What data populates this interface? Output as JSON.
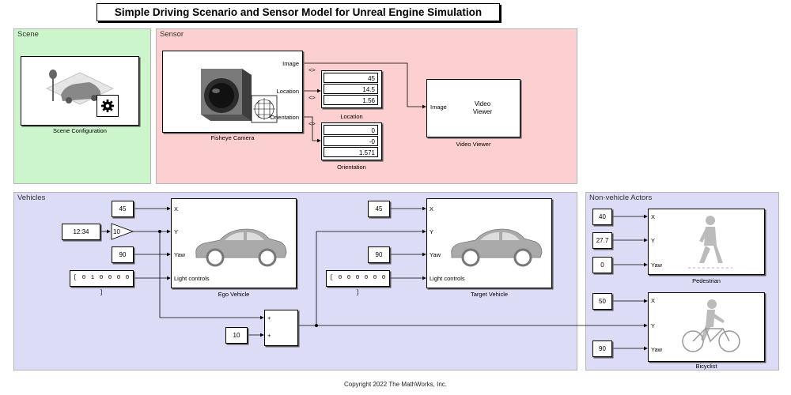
{
  "title": "Simple Driving Scenario and Sensor Model for Unreal Engine Simulation",
  "areas": {
    "scene": "Scene",
    "sensor": "Sensor",
    "vehicles": "Vehicles",
    "nonvehicle": "Non-vehicle Actors"
  },
  "scene": {
    "block_caption": "Scene Configuration"
  },
  "sensor": {
    "camera_caption": "Fisheye Camera",
    "ports": {
      "image": "Image",
      "location": "Location",
      "orientation": "Orientation"
    },
    "location_values": [
      "45",
      "14.5",
      "1.56"
    ],
    "location_caption": "Location",
    "orientation_values": [
      "0",
      "-0",
      "1.571"
    ],
    "orientation_caption": "Orientation",
    "bus_marker": "<>",
    "viewer": {
      "input_port": "Image",
      "label": "Video\nViewer",
      "caption": "Video Viewer"
    }
  },
  "vehicles": {
    "ego": {
      "x_const": "45",
      "clock": "12:34",
      "gain": "10",
      "yaw_const": "90",
      "lights": "[ 0 1 0 0 0 0 ]",
      "ports": [
        "X",
        "Y",
        "Yaw",
        "Light controls"
      ],
      "caption": "Ego Vehicle"
    },
    "target": {
      "x_const": "45",
      "yaw_const": "90",
      "lights": "[ 0 0 0 0 0 0 ]",
      "ports": [
        "X",
        "Y",
        "Yaw",
        "Light controls"
      ],
      "caption": "Target Vehicle"
    },
    "sum": {
      "const": "10",
      "signs": [
        "+",
        "+"
      ]
    }
  },
  "nonvehicle": {
    "pedestrian": {
      "x": "40",
      "y": "27.7",
      "yaw": "0",
      "ports": [
        "X",
        "Y",
        "Yaw"
      ],
      "caption": "Pedestrian"
    },
    "bicyclist": {
      "x": "50",
      "yaw": "90",
      "ports": [
        "X",
        "Y",
        "Yaw"
      ],
      "caption": "Bicyclist"
    }
  },
  "icons": [
    "gear-icon",
    "camera-icon",
    "car-icon",
    "pedestrian-icon",
    "bicycle-icon"
  ],
  "colors": {
    "scene_bg": "#ccf5cc",
    "sensor_bg": "#fcd0d0",
    "vehicles_bg": "#dcdcf7",
    "nonvehicle_bg": "#dcdcf7"
  },
  "copyright": "Copyright 2022 The MathWorks, Inc."
}
